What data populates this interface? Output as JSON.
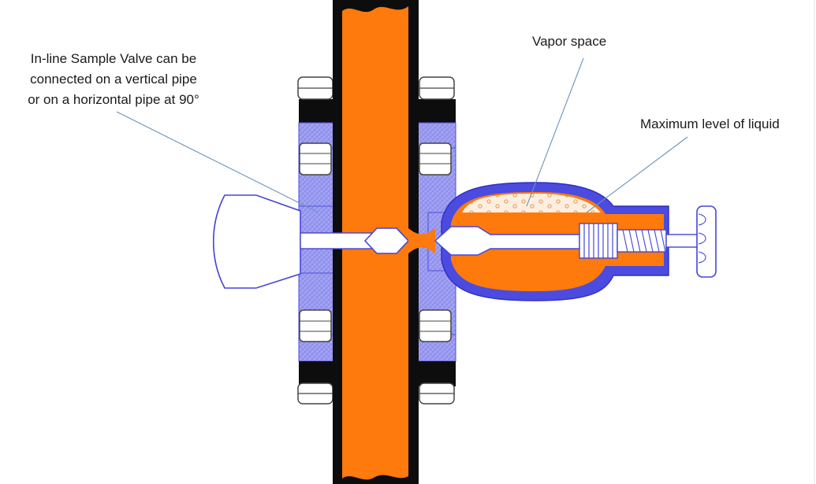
{
  "annotations": {
    "valve_note": {
      "lines": [
        "In-line Sample Valve can be",
        "connected on a vertical pipe",
        "or on a horizontal pipe at 90°"
      ]
    },
    "vapor_space": "Vapor space",
    "max_liquid_level": "Maximum level of liquid"
  },
  "colors": {
    "pipe_fluid": "#FF7A0C",
    "pipe_wall": "#0D0D0D",
    "flange_blue": "#9A9AF2",
    "flange_hatch": "#7C7CE6",
    "outline_blue": "#3B3BD6",
    "valve_body_blue": "#4B4BE0",
    "vapor_fill": "#FBEBDA",
    "leader_line": "#6E94B9",
    "bolt_outline": "#444444"
  }
}
